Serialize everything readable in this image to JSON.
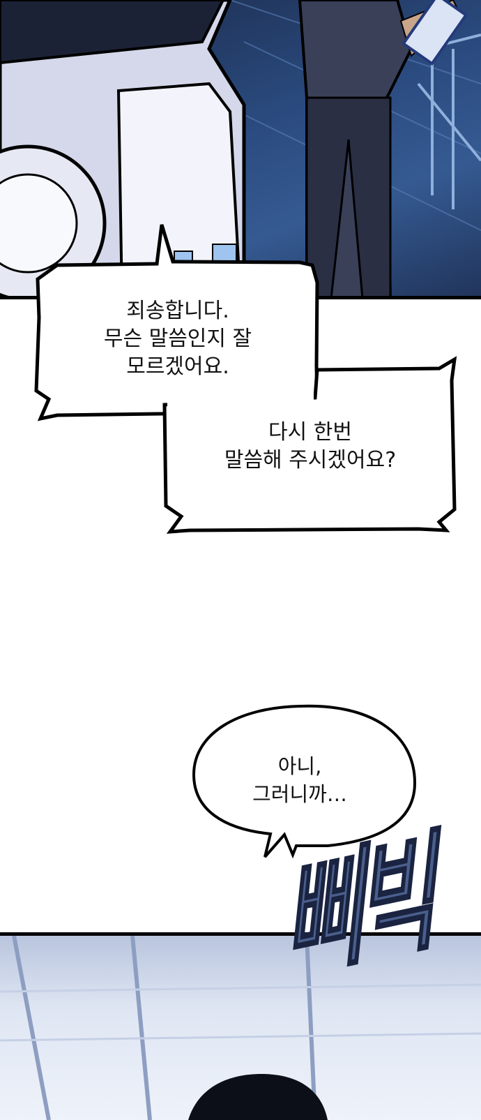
{
  "bubbles": {
    "first": {
      "lines": [
        "죄송합니다.",
        "무슨 말씀인지 잘",
        "모르겠어요."
      ]
    },
    "second": {
      "lines": [
        "다시 한번",
        "말씀해 주시겠어요?"
      ]
    },
    "third": {
      "lines": [
        "아니,",
        "그러니까…"
      ]
    }
  },
  "sfx": {
    "text": "삐빅",
    "color": "#4a5f8c"
  },
  "colors": {
    "night_blue": "#2a4a7e",
    "ink": "#000000",
    "paper": "#ffffff"
  }
}
